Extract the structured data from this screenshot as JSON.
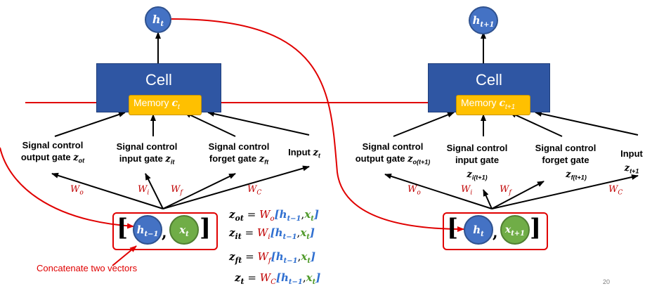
{
  "cells": [
    {
      "title": "Cell",
      "memory_label": "Memory",
      "memory_var": "c",
      "memory_sub": "t",
      "output_base": "h",
      "output_sub": "t",
      "gates": {
        "output": {
          "line1": "Signal control",
          "line2": "output gate",
          "var": "z",
          "sub": "ot"
        },
        "input": {
          "line1": "Signal control",
          "line2": "input gate",
          "var": "z",
          "sub": "it"
        },
        "forget": {
          "line1": "Signal control",
          "line2": "forget gate",
          "var": "z",
          "sub": "ft"
        },
        "in": {
          "line1": "Input",
          "var": "z",
          "sub": "t"
        }
      },
      "weights": [
        "W",
        "W",
        "W",
        "W"
      ],
      "weight_subs": [
        "o",
        "i",
        "f",
        "C"
      ],
      "concat": {
        "h_base": "h",
        "h_sub": "t−1",
        "x_base": "x",
        "x_sub": "t"
      }
    },
    {
      "title": "Cell",
      "memory_label": "Memory",
      "memory_var": "c",
      "memory_sub": "t+1",
      "output_base": "h",
      "output_sub": "t+1",
      "gates": {
        "output": {
          "line1": "Signal control",
          "line2": "output gate",
          "var": "z",
          "sub": "o(t+1)"
        },
        "input": {
          "line1": "Signal control",
          "line2": "input gate",
          "var": "z",
          "sub": "i(t+1)"
        },
        "forget": {
          "line1": "Signal control",
          "line2": "forget gate",
          "var": "z",
          "sub": "f(t+1)"
        },
        "in": {
          "line1": "Input",
          "var": "z",
          "sub": "t+1"
        }
      },
      "weights": [
        "W",
        "W",
        "W",
        "W"
      ],
      "weight_subs": [
        "o",
        "i",
        "f",
        "C"
      ],
      "concat": {
        "h_base": "h",
        "h_sub": "t",
        "x_base": "x",
        "x_sub": "t+1"
      }
    }
  ],
  "equations": [
    {
      "lhs": "z",
      "lhs_sub": "ot",
      "w_sub": "o"
    },
    {
      "lhs": "z",
      "lhs_sub": "it",
      "w_sub": "i"
    },
    {
      "lhs": "z",
      "lhs_sub": "ft",
      "w_sub": "f"
    },
    {
      "lhs": "z",
      "lhs_sub": "t",
      "w_sub": "C"
    }
  ],
  "equation_parts": {
    "eq": "=",
    "w": "W",
    "h": "h",
    "h_sub": "t−1",
    "x": "x",
    "x_sub": "t",
    "open": "[",
    "comma": ",",
    "close": "]"
  },
  "brackets": {
    "open": "[",
    "close": "]",
    "comma": ","
  },
  "concat_note": "Concatenate two vectors",
  "page_number": "20",
  "colors": {
    "cell": "#2f56a3",
    "memory": "#ffc000",
    "h_node": "#4472c4",
    "x_node": "#70ad47",
    "red": "#e00000"
  }
}
